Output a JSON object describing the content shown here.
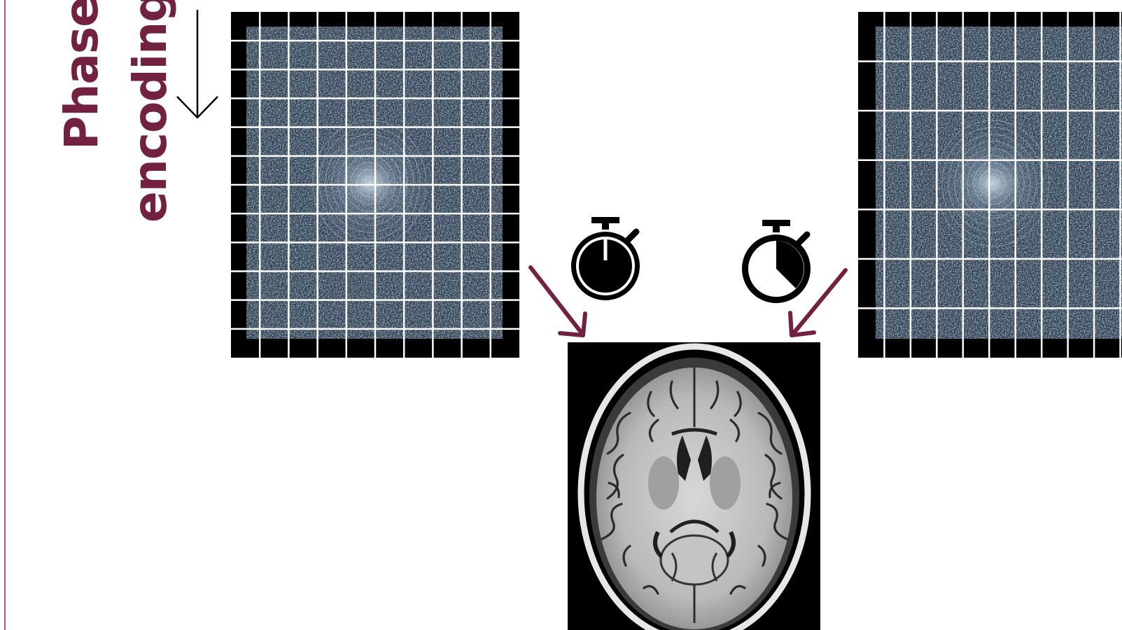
{
  "labels": {
    "line1": "Phase",
    "line2": "encoding"
  },
  "colors": {
    "accent": "#74203f",
    "rule": "#c24fb0",
    "kspace_bg": "#27384a",
    "grid": "#ffffff",
    "frame": "#000000"
  },
  "panels": {
    "left_kspace": {
      "rows": 12,
      "cols": 10
    },
    "right_kspace": {
      "rows": 7,
      "cols": 11
    }
  },
  "icons": {
    "left_timer": "stopwatch-full-icon",
    "right_timer": "stopwatch-partial-icon",
    "brain": "mri-brain-axial-image"
  }
}
